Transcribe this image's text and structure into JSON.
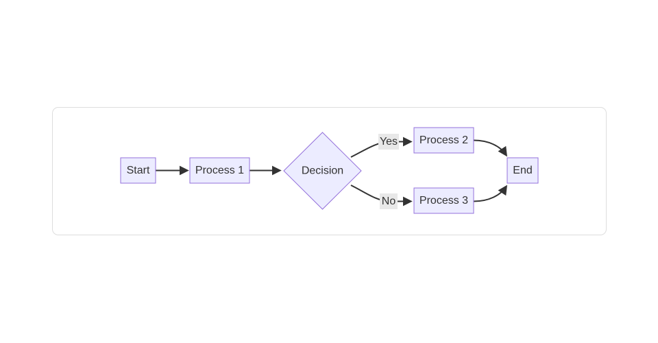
{
  "diagram": {
    "type": "flowchart",
    "direction": "left-to-right",
    "nodes": [
      {
        "id": "start",
        "label": "Start",
        "shape": "rectangle"
      },
      {
        "id": "process1",
        "label": "Process 1",
        "shape": "rectangle"
      },
      {
        "id": "decision",
        "label": "Decision",
        "shape": "diamond"
      },
      {
        "id": "process2",
        "label": "Process 2",
        "shape": "rectangle"
      },
      {
        "id": "process3",
        "label": "Process 3",
        "shape": "rectangle"
      },
      {
        "id": "end",
        "label": "End",
        "shape": "rectangle"
      }
    ],
    "edges": [
      {
        "from": "start",
        "to": "process1",
        "label": ""
      },
      {
        "from": "process1",
        "to": "decision",
        "label": ""
      },
      {
        "from": "decision",
        "to": "process2",
        "label": "Yes"
      },
      {
        "from": "decision",
        "to": "process3",
        "label": "No"
      },
      {
        "from": "process2",
        "to": "end",
        "label": ""
      },
      {
        "from": "process3",
        "to": "end",
        "label": ""
      }
    ],
    "colors": {
      "node_fill": "#ececff",
      "node_border": "#9370db",
      "edge_stroke": "#333333",
      "label_text": "#333333",
      "edge_label_bg": "#e8e8e8",
      "card_border": "#dddddd",
      "background": "#ffffff"
    }
  }
}
